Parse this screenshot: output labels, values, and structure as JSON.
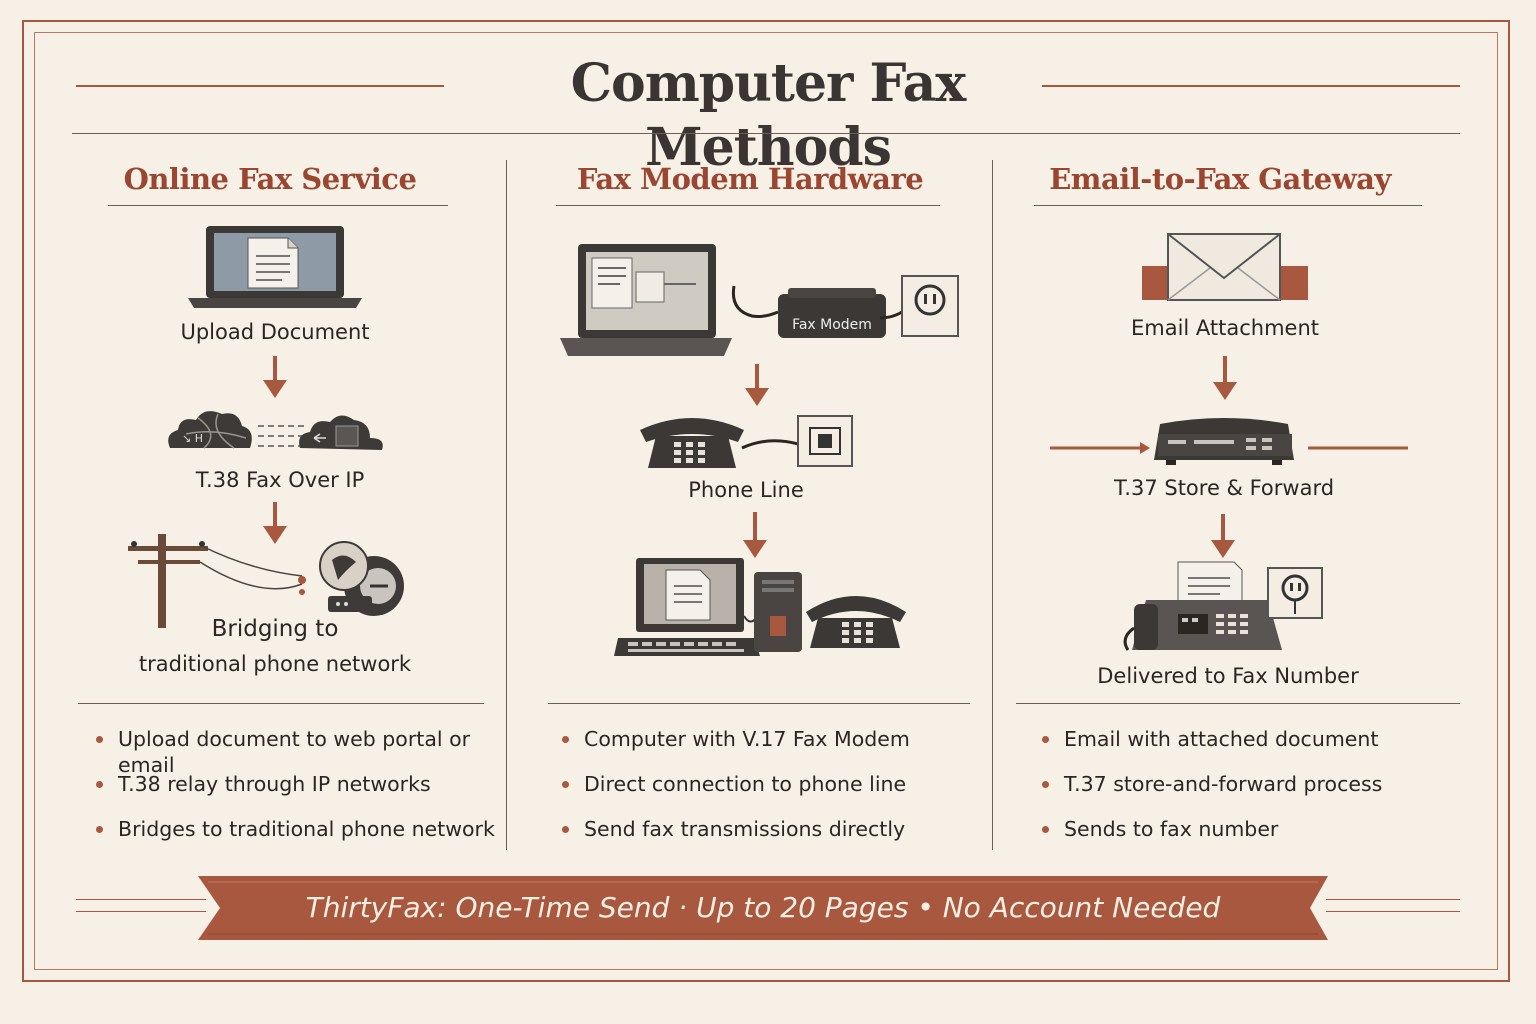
{
  "title": "Computer Fax Methods",
  "columns": [
    {
      "title": "Online Fax Service",
      "steps": [
        "Upload Document",
        "T.38 Fax Over IP",
        "Bridging to",
        "traditional phone network"
      ],
      "bullets": [
        "Upload document to web portal or email",
        "T.38 relay through IP networks",
        "Bridges to traditional phone network"
      ]
    },
    {
      "title": "Fax Modem Hardware",
      "steps": [
        "Fax Modem",
        "Phone Line"
      ],
      "bullets": [
        "Computer with V.17 Fax Modem",
        "Direct connection to phone line",
        "Send fax transmissions directly"
      ]
    },
    {
      "title": "Email-to-Fax Gateway",
      "steps": [
        "Email Attachment",
        "T.37 Store & Forward",
        "Delivered to Fax Number"
      ],
      "bullets": [
        "Email with attached document",
        "T.37 store-and-forward process",
        "Sends to fax number"
      ]
    }
  ],
  "banner": "ThirtyFax: One-Time Send · Up to 20 Pages  •  No Account Needed",
  "colors": {
    "accent": "#a8583f",
    "heading": "#9b4630",
    "ink": "#3a3532",
    "background": "#f7f0e6"
  },
  "icons": [
    "laptop-icon",
    "document-icon",
    "cloud-network-icon",
    "utility-pole-icon",
    "router-icon",
    "fax-modem-icon",
    "wall-outlet-icon",
    "telephone-icon",
    "desktop-computer-icon",
    "envelope-icon",
    "gateway-server-icon",
    "fax-machine-icon",
    "arrow-down-icon"
  ]
}
